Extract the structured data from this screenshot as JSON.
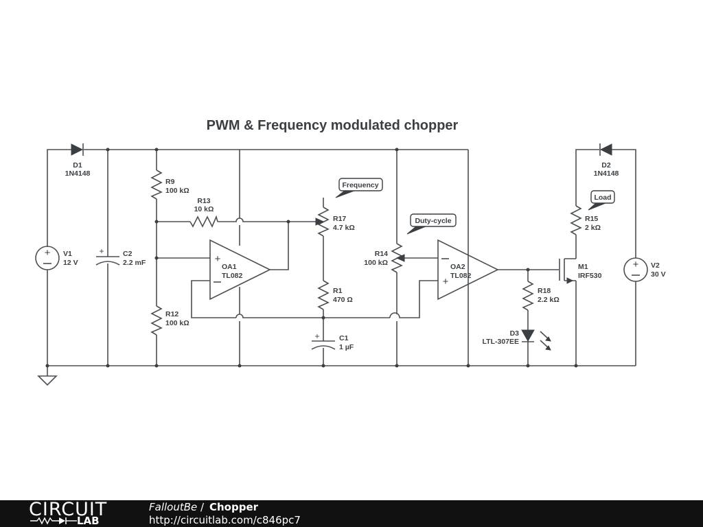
{
  "title": "PWM & Frequency modulated chopper",
  "components": {
    "D1": {
      "ref": "D1",
      "value": "1N4148"
    },
    "D2": {
      "ref": "D2",
      "value": "1N4148"
    },
    "D3": {
      "ref": "D3",
      "value": "LTL-307EE"
    },
    "V1": {
      "ref": "V1",
      "value": "12 V"
    },
    "V2": {
      "ref": "V2",
      "value": "30 V"
    },
    "C1": {
      "ref": "C1",
      "value": "1 µF"
    },
    "C2": {
      "ref": "C2",
      "value": "2.2 mF"
    },
    "R1": {
      "ref": "R1",
      "value": "470 Ω"
    },
    "R9": {
      "ref": "R9",
      "value": "100 kΩ"
    },
    "R12": {
      "ref": "R12",
      "value": "100 kΩ"
    },
    "R13": {
      "ref": "R13",
      "value": "10 kΩ"
    },
    "R14": {
      "ref": "R14",
      "value": "100 kΩ"
    },
    "R15": {
      "ref": "R15",
      "value": "2 kΩ"
    },
    "R17": {
      "ref": "R17",
      "value": "4.7 kΩ"
    },
    "R18": {
      "ref": "R18",
      "value": "2.2 kΩ"
    },
    "OA1": {
      "ref": "OA1",
      "value": "TL082"
    },
    "OA2": {
      "ref": "OA2",
      "value": "TL082"
    },
    "M1": {
      "ref": "M1",
      "value": "IRF530"
    }
  },
  "callouts": {
    "frequency": "Frequency",
    "duty_cycle": "Duty-cycle",
    "load": "Load"
  },
  "symbols": {
    "plus": "+",
    "minus": "−"
  },
  "footer": {
    "logo_top": "CIRCUIT",
    "logo_bottom": "LAB",
    "author": "FalloutBe",
    "separator": "/",
    "circuit_name": "Chopper",
    "url": "http://circuitlab.com/c846pc7"
  }
}
